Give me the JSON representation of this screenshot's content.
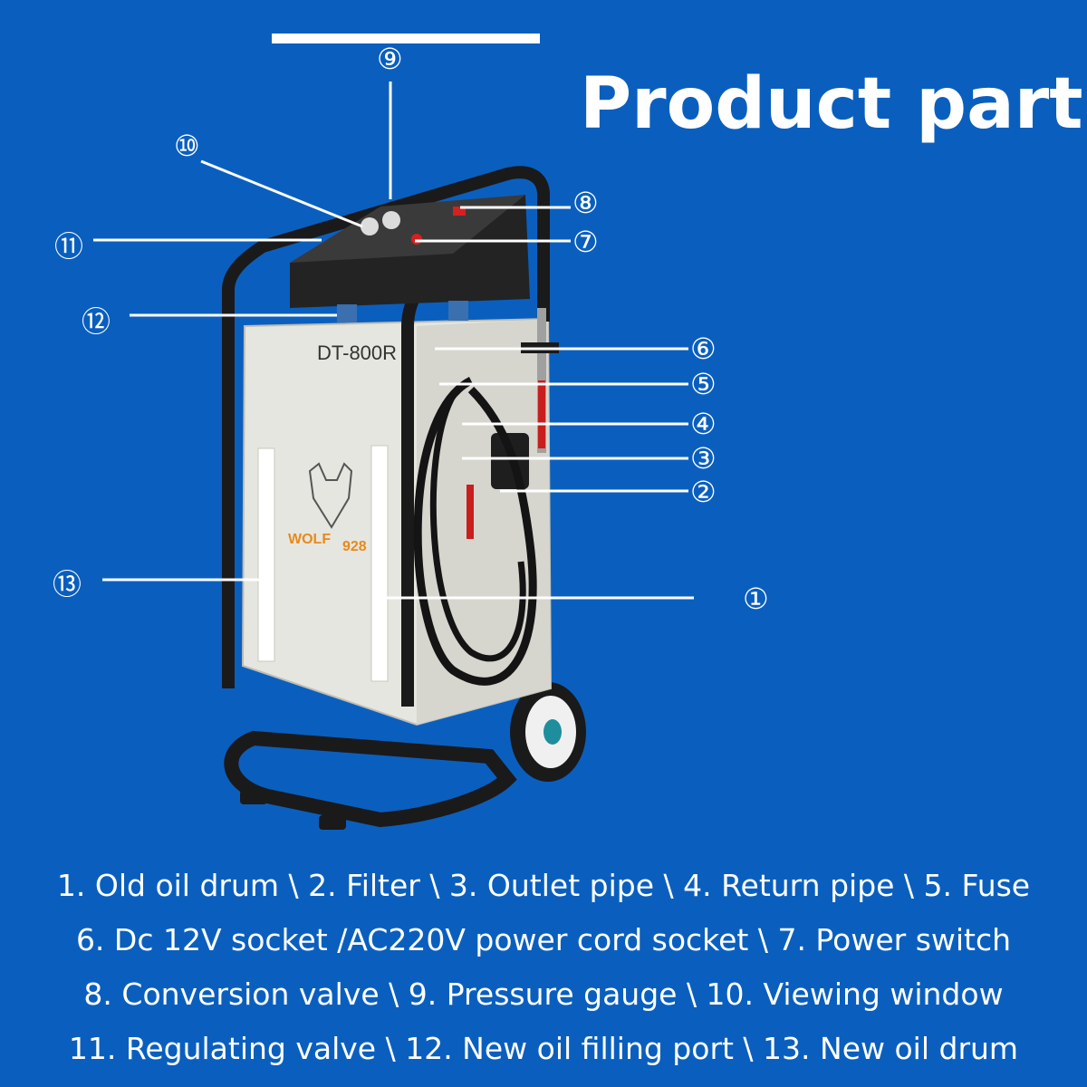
{
  "title": "Product part",
  "model_label": "DT-800R",
  "brand_logo": {
    "word1": "WOLF",
    "word2": "928"
  },
  "markers": {
    "m1": "①",
    "m2": "②",
    "m3": "③",
    "m4": "④",
    "m5": "⑤",
    "m6": "⑥",
    "m7": "⑦",
    "m8": "⑧",
    "m9": "⑨",
    "m10": "⑩",
    "m11": "⑪",
    "m12": "⑫",
    "m13": "⑬"
  },
  "captions": [
    "1. Old oil drum \\ 2. Filter \\ 3. Outlet pipe \\ 4. Return pipe \\ 5. Fuse",
    "6. Dc 12V socket /AC220V power cord socket \\ 7. Power switch",
    "8. Conversion valve \\ 9. Pressure gauge \\ 10. Viewing window",
    "11. Regulating valve \\ 12. New oil filling port \\ 13. New oil drum"
  ],
  "colors": {
    "background": "#0a5fbe",
    "text": "#ffffff",
    "frame": "#1a1a1a",
    "tank": "#e6e6e0",
    "hose_red": "#c81e1e"
  }
}
